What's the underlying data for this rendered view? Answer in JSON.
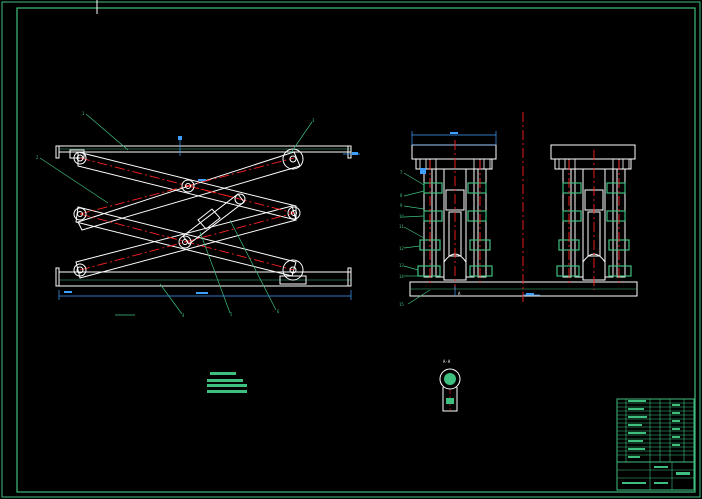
{
  "colors": {
    "background": "#000000",
    "frame": "#3fbf7f",
    "outline": "#ffffff",
    "centerline": "#ff2020",
    "leader": "#3fbf7f",
    "dimension": "#3f9fff",
    "hatch": "#3fbf7f",
    "bolt": "#3fbf7f"
  },
  "labels": {
    "balloon_1": "1",
    "balloon_2": "2",
    "balloon_3": "3",
    "balloon_4": "4",
    "balloon_5": "5",
    "balloon_6": "6",
    "balloon_7": "7",
    "balloon_8": "8",
    "balloon_9": "9",
    "balloon_10": "10",
    "balloon_11": "11",
    "balloon_12": "12",
    "balloon_13": "13",
    "balloon_14": "14",
    "balloon_15": "15",
    "section_label": "A-A",
    "section_marker": "A"
  }
}
